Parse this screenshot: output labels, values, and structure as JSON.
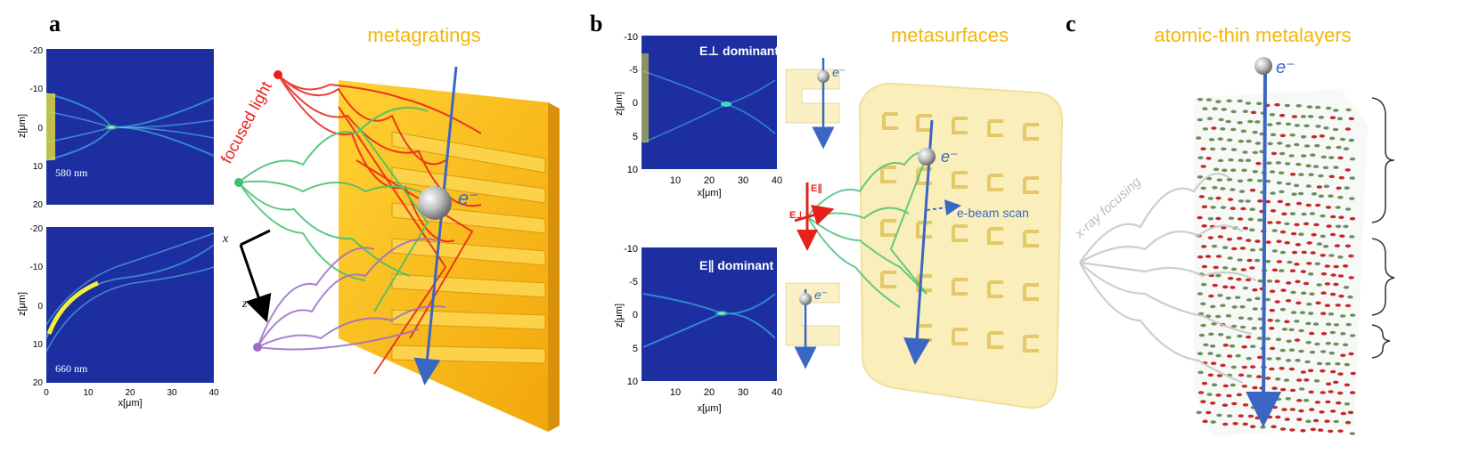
{
  "panels": {
    "a": {
      "letter": "a",
      "title": "metagratings",
      "plot_top": {
        "wavelength": "580 nm",
        "y_ticks": [
          "-20",
          "-10",
          "0",
          "10",
          "20"
        ],
        "y_label": "z[μm]"
      },
      "plot_bottom": {
        "wavelength": "660 nm",
        "y_ticks": [
          "-20",
          "-10",
          "0",
          "10",
          "20"
        ],
        "y_label": "z[μm]",
        "x_ticks": [
          "0",
          "10",
          "20",
          "30",
          "40"
        ],
        "x_label": "x[μm]"
      },
      "axis_x": "x",
      "axis_z": "z",
      "focused_light": "focused light",
      "electron": "e⁻"
    },
    "b": {
      "letter": "b",
      "title": "metasurfaces",
      "plot_top": {
        "mode": "E⊥ dominant",
        "y_ticks": [
          "-10",
          "-5",
          "0",
          "5",
          "10"
        ],
        "y_label": "z[μm]",
        "x_ticks": [
          "10",
          "20",
          "30",
          "40"
        ],
        "x_label": "x[μm]"
      },
      "plot_bottom": {
        "mode": "E∥ dominant",
        "y_ticks": [
          "-10",
          "-5",
          "0",
          "5",
          "10"
        ],
        "y_label": "z[μm]",
        "x_ticks": [
          "10",
          "20",
          "30",
          "40"
        ],
        "x_label": "x[μm]"
      },
      "e_perp": "E⊥",
      "e_par": "E∥",
      "scan": "e-beam scan",
      "electron": "e⁻"
    },
    "c": {
      "letter": "c",
      "title": "atomic-thin metalayers",
      "xray": "x-ray focusing",
      "electron": "e⁻"
    }
  },
  "colors": {
    "title": "#f5b50a",
    "red": "#e8201a",
    "green": "#3fbf70",
    "purple": "#9b6cc9",
    "blue": "#3a66c4",
    "gold": "#f7c21a",
    "plot_bg": "#1d2fa0"
  }
}
